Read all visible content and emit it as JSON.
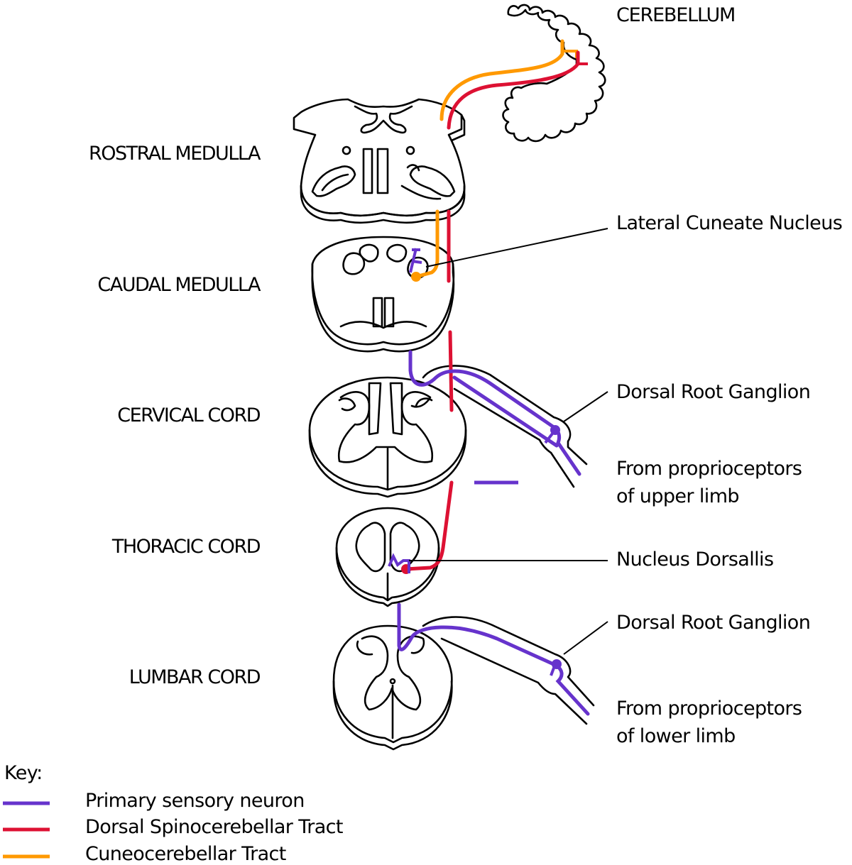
{
  "regions": {
    "cerebellum": "CEREBELLUM",
    "rostral_medulla": "ROSTRAL MEDULLA",
    "caudal_medulla": "CAUDAL MEDULLA",
    "cervical_cord": "CERVICAL CORD",
    "thoracic_cord": "THORACIC CORD",
    "lumbar_cord": "LUMBAR CORD"
  },
  "annotations": {
    "lateral_cuneate": "Lateral Cuneate Nucleus",
    "drg_upper": "Dorsal Root Ganglion",
    "upper_limb_1": "From proprioceptors",
    "upper_limb_2": "of upper limb",
    "nucleus_dorsalis": "Nucleus Dorsallis",
    "drg_lower": "Dorsal Root Ganglion",
    "lower_limb_1": "From proprioceptors",
    "lower_limb_2": "of lower limb"
  },
  "key": {
    "title": "Key:",
    "items": [
      {
        "label": "Primary sensory neuron",
        "color": "#6633cc"
      },
      {
        "label": "Dorsal Spinocerebellar Tract",
        "color": "#dd1133"
      },
      {
        "label": "Cuneocerebellar Tract",
        "color": "#ff9900"
      }
    ]
  },
  "colors": {
    "primary": "#6633cc",
    "dorsal_tract": "#dd1133",
    "cuneo_tract": "#ff9900"
  }
}
